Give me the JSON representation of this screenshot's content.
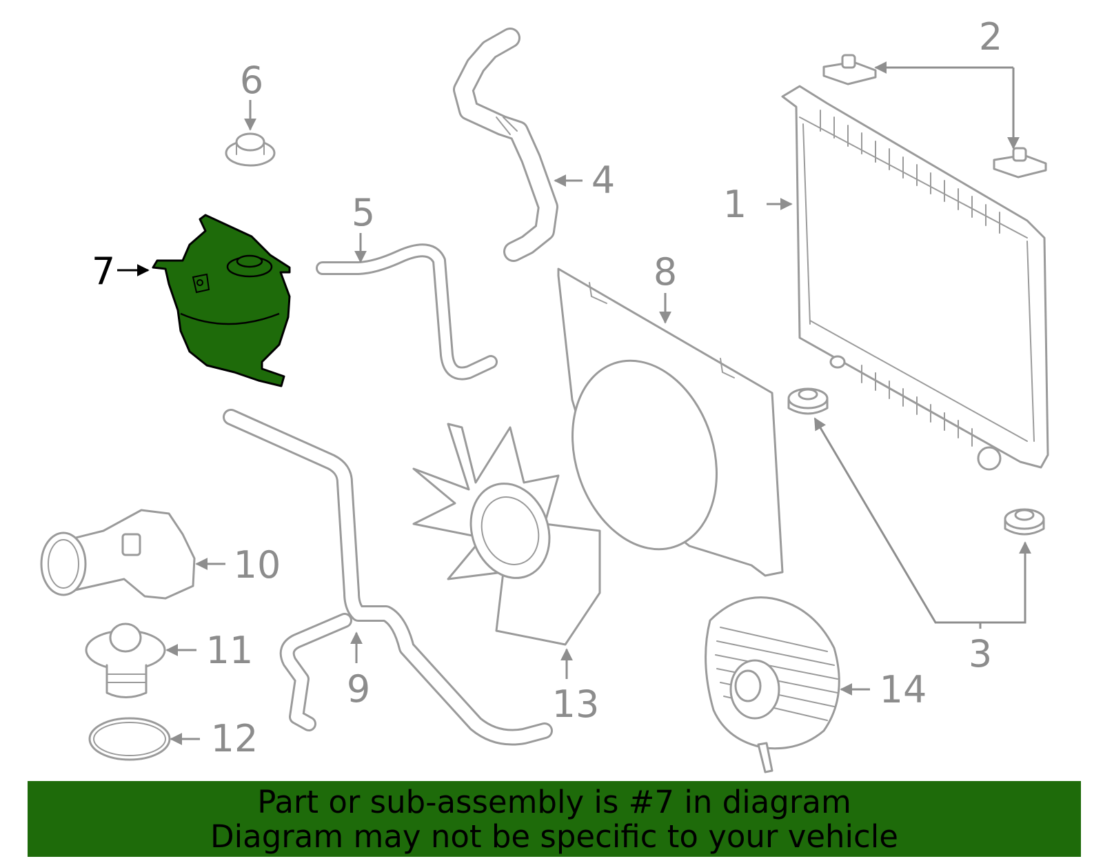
{
  "diagram": {
    "highlight_color": "#1e6b0a",
    "highlighted_part": "7",
    "callouts": {
      "c1": "1",
      "c2": "2",
      "c3": "3",
      "c4": "4",
      "c5": "5",
      "c6": "6",
      "c7": "7",
      "c8": "8",
      "c9": "9",
      "c10": "10",
      "c11": "11",
      "c12": "12",
      "c13": "13",
      "c14": "14"
    }
  },
  "banner": {
    "line1": "Part or sub-assembly is #7 in diagram",
    "line2": "Diagram may not be specific to your vehicle",
    "background": "#1e6b0a"
  }
}
